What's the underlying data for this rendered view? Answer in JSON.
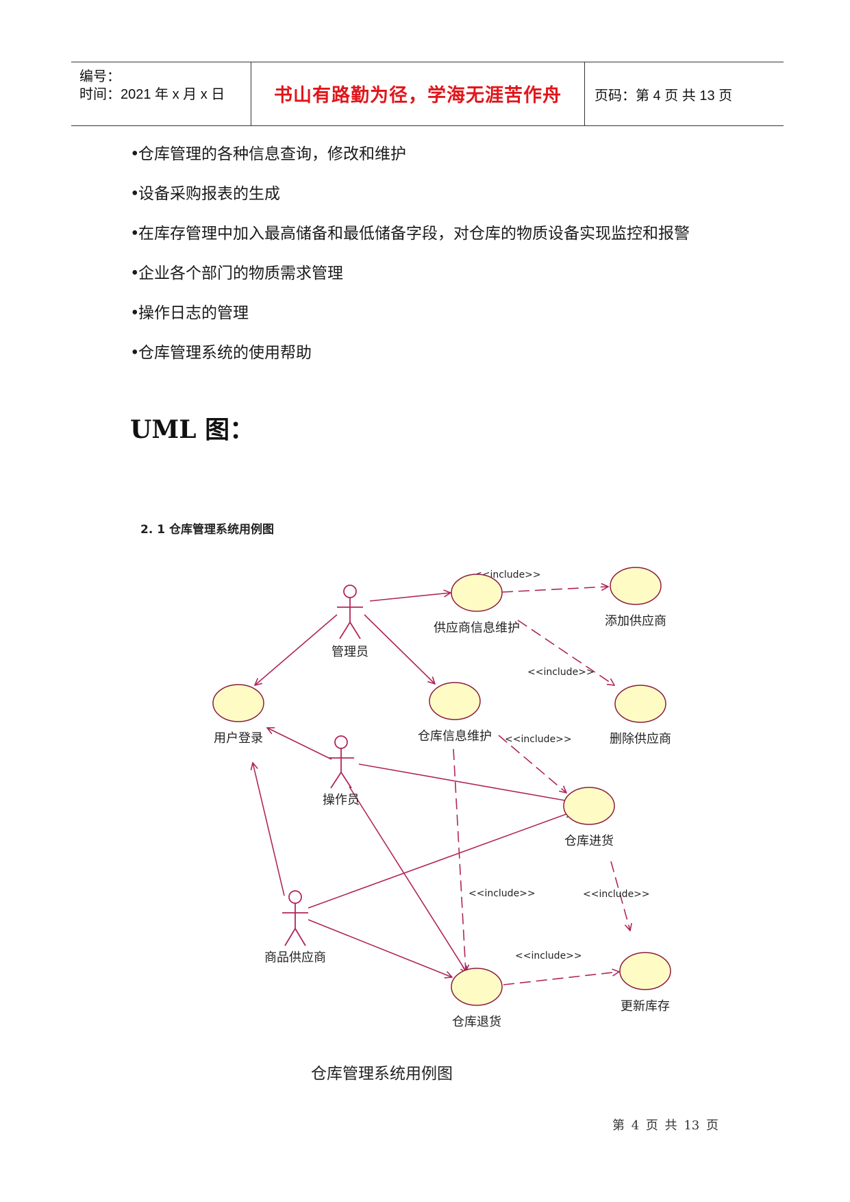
{
  "header": {
    "number_label": "编号：",
    "time_label": "时间：2021 年 x 月 x 日",
    "motto": "书山有路勤为径，学海无涯苦作舟",
    "page_label": "页码：第 4 页  共 13 页"
  },
  "bullets": [
    "仓库管理的各种信息查询，修改和维护",
    "设备采购报表的生成",
    "在库存管理中加入最高储备和最低储备字段，对仓库的物质设备实现监控和报警",
    "企业各个部门的物质需求管理",
    "操作日志的管理",
    "仓库管理系统的使用帮助"
  ],
  "uml_title": "UML 图：",
  "figure_heading": "2. 1 仓库管理系统用例图",
  "diagram": {
    "actors": {
      "admin": "管理员",
      "operator": "操作员",
      "supplier": "商品供应商"
    },
    "usecases": {
      "supplier_maint": "供应商信息维护",
      "add_supplier": "添加供应商",
      "delete_supplier": "删除供应商",
      "user_login": "用户登录",
      "warehouse_maint": "仓库信息维护",
      "warehouse_in": "仓库进货",
      "warehouse_return": "仓库退货",
      "update_stock": "更新库存"
    },
    "include_label": "<<include>>",
    "colors": {
      "line": "#b0245a",
      "usecase_fill": "#fffbc4",
      "usecase_stroke": "#8a1c40"
    }
  },
  "caption": "仓库管理系统用例图",
  "footer": "第 4 页 共 13 页"
}
